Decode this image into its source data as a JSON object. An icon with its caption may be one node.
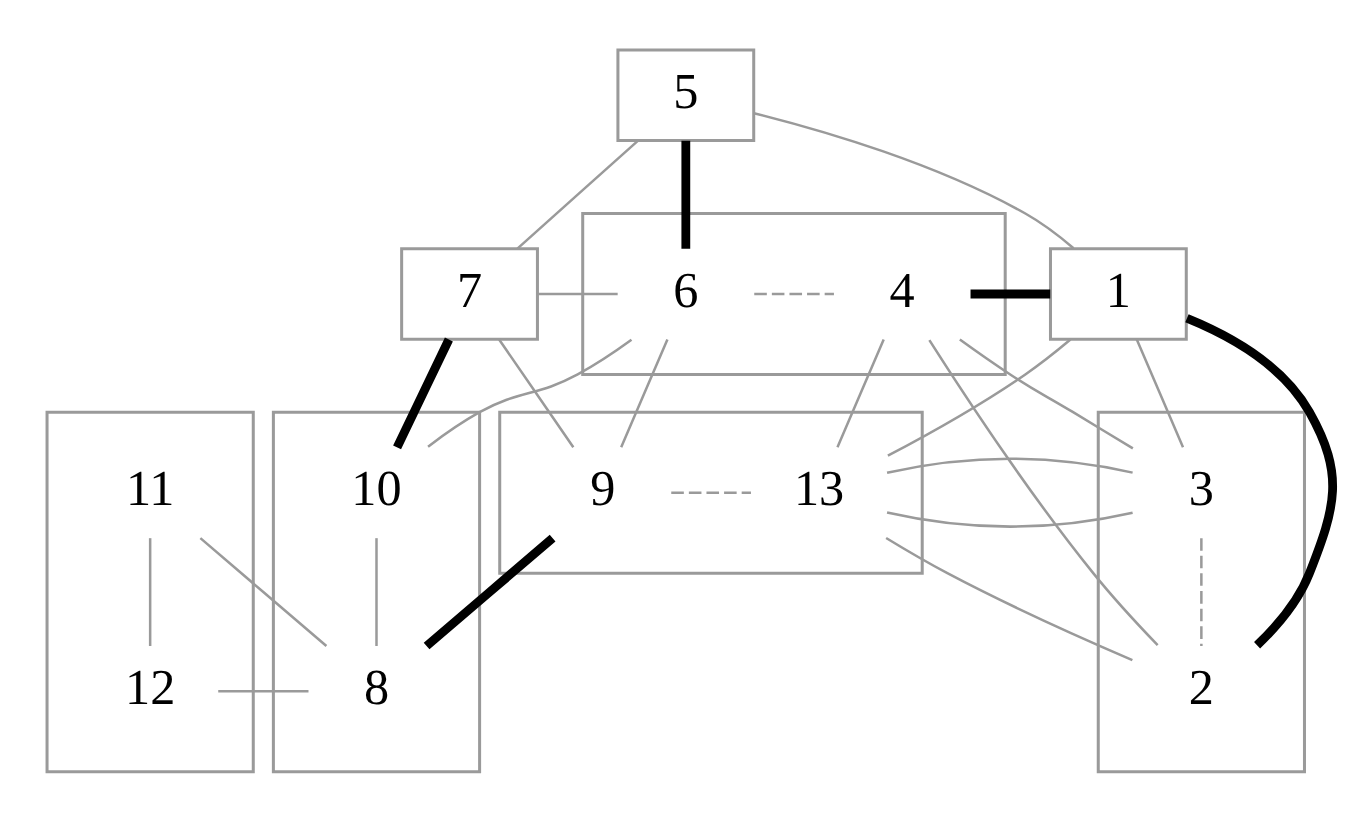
{
  "diagram": {
    "nodes": [
      {
        "text": [
          "5"
        ]
      },
      {
        "text": [
          "7"
        ]
      },
      {
        "text": [],
        "shape": "box"
      },
      {
        "text": [
          "6"
        ],
        "in": 2
      },
      {
        "text": [
          "4"
        ],
        "in": 2
      },
      {
        "text": [
          "1"
        ]
      },
      {
        "text": [],
        "shape": "box"
      },
      {
        "text": [
          "11"
        ],
        "in": 6
      },
      {
        "text": [
          "12"
        ],
        "in": 6
      },
      {
        "text": [],
        "shape": "box"
      },
      {
        "text": [
          "10"
        ],
        "in": 9
      },
      {
        "text": [
          "8"
        ],
        "in": 9
      },
      {
        "text": [],
        "shape": "box"
      },
      {
        "text": [
          "9"
        ],
        "in": 12
      },
      {
        "text": [
          "13"
        ],
        "in": 12
      },
      {
        "text": [],
        "shape": "box"
      },
      {
        "text": [
          "3"
        ],
        "in": 15
      },
      {
        "text": [
          "2"
        ],
        "in": 15
      }
    ],
    "edges": [
      {
        "from": 0,
        "to": 1,
        "arrow": "none"
      },
      {
        "from": 0,
        "to": 5,
        "arrow": "none"
      },
      {
        "from": 0,
        "to": 3,
        "arrow": "none",
        "style": "thick",
        "color": "#000000"
      },
      {
        "from": 1,
        "to": 3,
        "arrow": "none"
      },
      {
        "from": 1,
        "to": 10,
        "arrow": "none",
        "style": "thick",
        "color": "#000000"
      },
      {
        "from": 1,
        "to": 13,
        "arrow": "none"
      },
      {
        "from": 3,
        "to": 10,
        "arrow": "none"
      },
      {
        "from": 3,
        "to": 4,
        "arrow": "none",
        "style": "dashed"
      },
      {
        "from": 4,
        "to": 5,
        "arrow": "none",
        "style": "thick",
        "color": "#000000"
      },
      {
        "from": 4,
        "to": 16,
        "arrow": "none"
      },
      {
        "from": 3,
        "to": 13,
        "arrow": "none"
      },
      {
        "from": 4,
        "to": 14,
        "arrow": "none"
      },
      {
        "from": 4,
        "to": 17,
        "arrow": "none"
      },
      {
        "from": 5,
        "to": 14,
        "arrow": "none"
      },
      {
        "from": 5,
        "to": 17,
        "arrow": "none",
        "style": "thick",
        "color": "#000000"
      },
      {
        "from": 5,
        "to": 16,
        "arrow": "none"
      },
      {
        "from": 14,
        "to": 16,
        "arrow": "none"
      },
      {
        "from": 14,
        "to": 17,
        "arrow": "none"
      },
      {
        "from": 16,
        "to": 17,
        "arrow": "none",
        "style": "dashed"
      },
      {
        "from": 13,
        "to": 14,
        "arrow": "none",
        "style": "dashed"
      },
      {
        "from": 13,
        "to": 11,
        "arrow": "none",
        "style": "thick",
        "color": "#000000"
      },
      {
        "from": 10,
        "to": 11,
        "arrow": "none"
      },
      {
        "from": 7,
        "to": 8,
        "arrow": "none"
      },
      {
        "from": 7,
        "to": 11,
        "arrow": "none"
      },
      {
        "from": 8,
        "to": 11,
        "arrow": "none"
      }
    ]
  }
}
